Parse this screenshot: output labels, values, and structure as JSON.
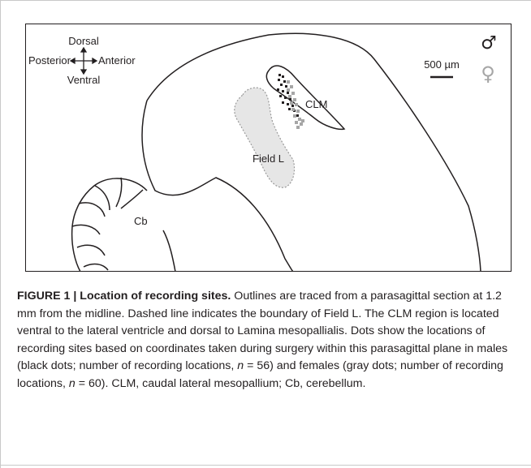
{
  "figure": {
    "labels": {
      "dorsal": "Dorsal",
      "ventral": "Ventral",
      "posterior": "Posterior",
      "anterior": "Anterior",
      "scale_bar": "500 µm",
      "clm": "CLM",
      "field_l": "Field L",
      "cb": "Cb"
    },
    "symbols": {
      "male": "♂",
      "female": "♀"
    },
    "colors": {
      "male_dots": "#231f20",
      "female_dots": "#a6a6a6",
      "field_l_fill": "#e6e6e6"
    }
  },
  "caption": {
    "figure_number": "FIGURE 1 |",
    "title": "Location of recording sites.",
    "part1": " Outlines are traced from a parasagittal section at 1.2 mm from the midline. Dashed line indicates the boundary of Field L. The CLM region is located ventral to the lateral ventricle and dorsal to Lamina mesopallialis. Dots show the locations of recording sites based on coordinates taken during surgery within this parasagittal plane in males (black dots; number of recording locations, ",
    "n_symbol_1": "n",
    "part2": " = 56) and females (gray dots; number of recording locations, ",
    "n_symbol_2": "n",
    "part3": " = 60). CLM, caudal lateral mesopallium; Cb, cerebellum."
  }
}
